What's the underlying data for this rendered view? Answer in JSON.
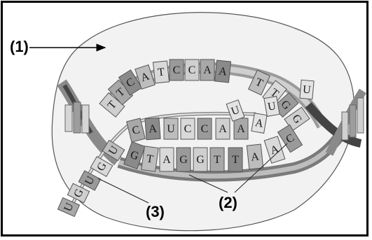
{
  "labels": {
    "label_1": "(1)",
    "label_2": "(2)",
    "label_3": "(3)"
  },
  "strands": {
    "dna_top": [
      "T",
      "T",
      "C",
      "A",
      "T",
      "C",
      "C",
      "A",
      "A",
      "T",
      "T",
      "G",
      "G"
    ],
    "dna_bottom": [
      "G",
      "T",
      "A",
      "G",
      "G",
      "T",
      "T",
      "A",
      "A",
      "C"
    ],
    "rna_paired": [
      "C",
      "A",
      "U",
      "C",
      "C",
      "A",
      "A"
    ],
    "rna_loose": [
      "U",
      "G",
      "U",
      "G",
      "U"
    ],
    "free_nucleotides": [
      "U",
      "A",
      "U",
      "U"
    ]
  }
}
